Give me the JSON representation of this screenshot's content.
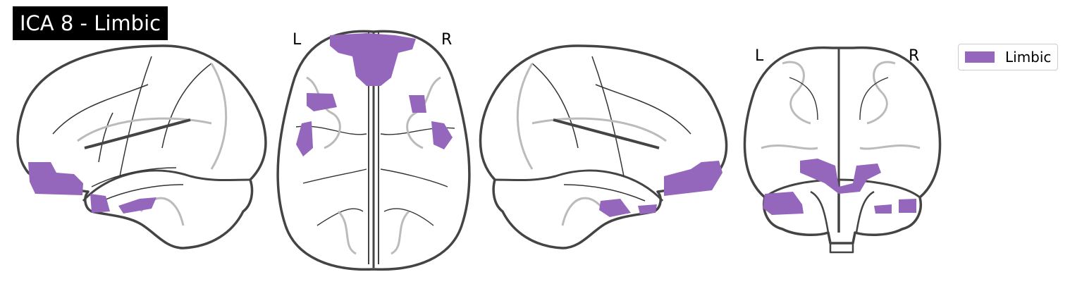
{
  "title": "ICA 8 - Limbic",
  "colors": {
    "network": "#9467bd",
    "outline": "#444444",
    "inner": "#999999"
  },
  "views": {
    "sagittal_left": {
      "name": "left lateral view"
    },
    "axial": {
      "name": "axial view",
      "left_label": "L",
      "right_label": "R"
    },
    "sagittal_right": {
      "name": "right lateral view"
    },
    "coronal": {
      "name": "coronal view",
      "left_label": "L",
      "right_label": "R"
    }
  },
  "legend": {
    "items": [
      {
        "label": "Limbic",
        "color": "#9467bd"
      }
    ]
  }
}
